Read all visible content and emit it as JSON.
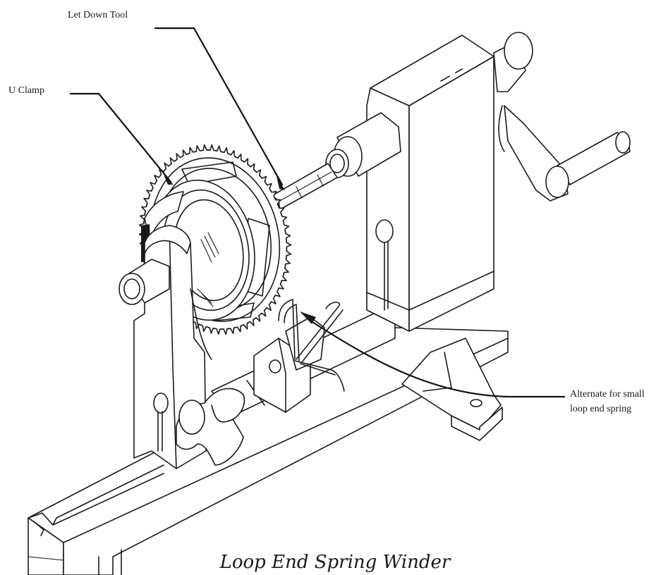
{
  "labels": {
    "let_down_tool": "Let Down Tool",
    "u_clamp": "U Clamp",
    "alternate_line1": "Alternate for small",
    "alternate_line2": "loop end spring"
  },
  "caption": "Loop End Spring Winder",
  "colors": {
    "ink": "#1a1a1a",
    "paper": "#ffffff"
  }
}
